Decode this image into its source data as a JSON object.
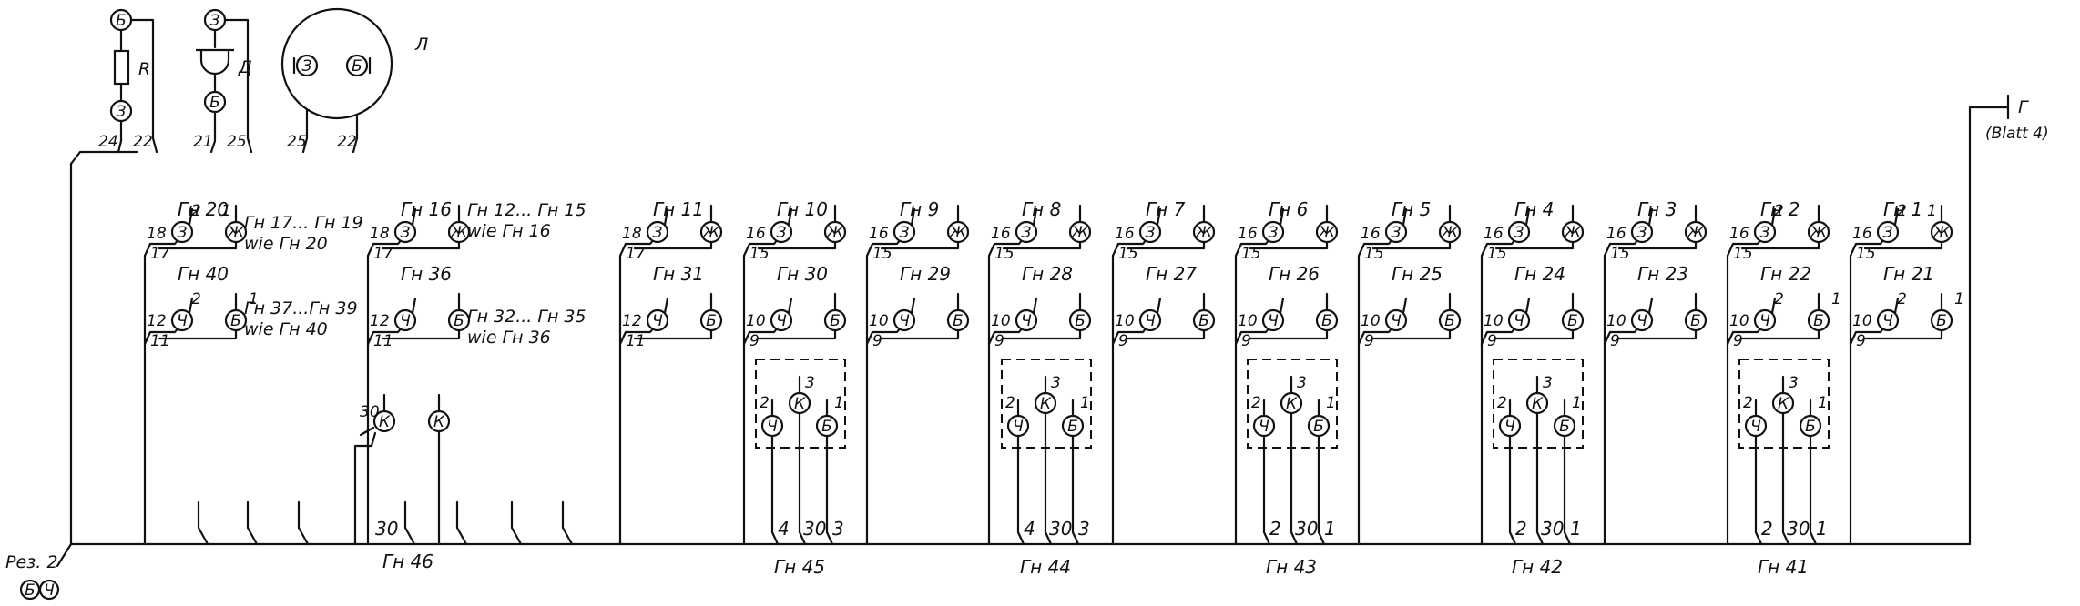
{
  "top": {
    "resistor": {
      "label": "R",
      "top": "Б",
      "bottom": "З",
      "w1": "24",
      "w2": "22"
    },
    "buzzer": {
      "label": "Д",
      "top": "З",
      "bottom": "Б",
      "w1": "21",
      "w2": "25"
    },
    "lamp": {
      "label": "Л",
      "left": "З",
      "right": "Б",
      "w1": "25",
      "w2": "22"
    }
  },
  "left_terminal": {
    "label": "Рез. 2",
    "s1": "Б",
    "s2": "Ч"
  },
  "g_terminal": {
    "label": "Г",
    "sub": "(Blatt 4)"
  },
  "notes": {
    "n1a": "Гн 17... Гн 19",
    "n1b": "wie  Гн 20",
    "n2a": "Гн 37...Гн 39",
    "n2b": "wie  Гн 40",
    "n3a": "Гн 12... Гн 15",
    "n3b": "wie  Гн 16",
    "n4a": "Гн 32... Гн 35",
    "n4b": "wie  Гн 36"
  },
  "jacks": [
    {
      "top": "Гн 20",
      "bot": "Гн 40",
      "tA": "18",
      "tB": "17",
      "tC": "2",
      "tD": "1",
      "bA": "12",
      "bB": "11",
      "bC": "2",
      "bD": "1"
    },
    {
      "top": "Гн 16",
      "bot": "Гн 36",
      "tA": "18",
      "tB": "17",
      "bA": "12",
      "bB": "11"
    },
    {
      "top": "Гн 11",
      "bot": "Гн 31",
      "tA": "18",
      "tB": "17",
      "bA": "12",
      "bB": "11"
    },
    {
      "top": "Гн 10",
      "bot": "Гн 30",
      "tA": "16",
      "tB": "15",
      "bA": "10",
      "bB": "9"
    },
    {
      "top": "Гн 9",
      "bot": "Гн 29",
      "tA": "16",
      "tB": "15",
      "bA": "10",
      "bB": "9"
    },
    {
      "top": "Гн 8",
      "bot": "Гн 28",
      "tA": "16",
      "tB": "15",
      "bA": "10",
      "bB": "9"
    },
    {
      "top": "Гн 7",
      "bot": "Гн 27",
      "tA": "16",
      "tB": "15",
      "bA": "10",
      "bB": "9"
    },
    {
      "top": "Гн 6",
      "bot": "Гн 26",
      "tA": "16",
      "tB": "15",
      "bA": "10",
      "bB": "9"
    },
    {
      "top": "Гн 5",
      "bot": "Гн 25",
      "tA": "16",
      "tB": "15",
      "bA": "10",
      "bB": "9"
    },
    {
      "top": "Гн 4",
      "bot": "Гн 24",
      "tA": "16",
      "tB": "15",
      "bA": "10",
      "bB": "9"
    },
    {
      "top": "Гн 3",
      "bot": "Гн 23",
      "tA": "16",
      "tB": "15",
      "bA": "10",
      "bB": "9"
    },
    {
      "top": "Гн 2",
      "bot": "Гн 22",
      "tA": "16",
      "tB": "15",
      "tC": "2",
      "tD": "",
      "bA": "10",
      "bB": "9",
      "bC": "2",
      "bD": "1"
    },
    {
      "top": "Гн 1",
      "bot": "Гн 21",
      "tA": "16",
      "tB": "15",
      "tC": "2",
      "tD": "1",
      "bA": "10",
      "bB": "9",
      "bC": "2",
      "bD": "1"
    }
  ],
  "pins": {
    "ZH": "Ж",
    "Z": "З",
    "CH": "Ч",
    "B": "Б",
    "K": "К"
  },
  "pin_nums": {
    "p1": "1",
    "p2": "2",
    "p3": "3",
    "p30": "30"
  },
  "gn46_k": {
    "w": "30",
    "bw": "30"
  },
  "plugs": [
    {
      "label": "Гн 45",
      "w1": "4",
      "w2": "30",
      "w3": "3"
    },
    {
      "label": "Гн 44",
      "w1": "4",
      "w2": "30",
      "w3": "3"
    },
    {
      "label": "Гн 43",
      "w1": "2",
      "w2": "30",
      "w3": "1"
    },
    {
      "label": "Гн 42",
      "w1": "2",
      "w2": "30",
      "w3": "1"
    },
    {
      "label": "Гн 41",
      "w1": "2",
      "w2": "30",
      "w3": "1"
    }
  ],
  "bottom": {
    "gn46": "Гн 46"
  }
}
